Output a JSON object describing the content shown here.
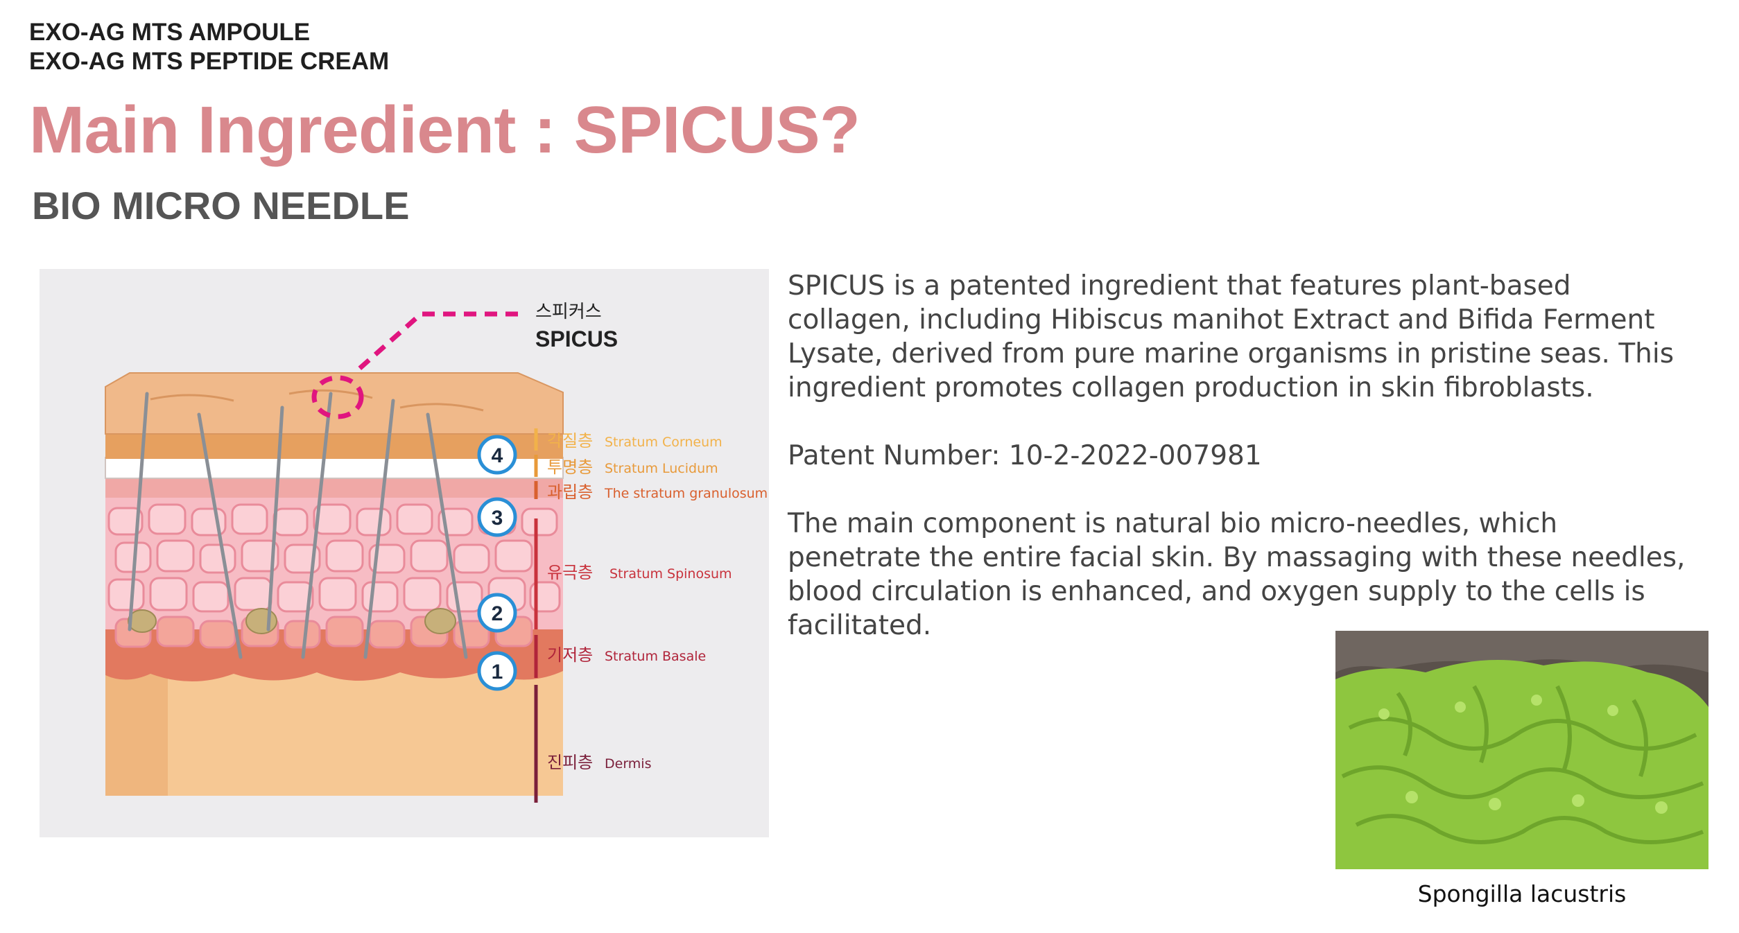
{
  "products": [
    "EXO-AG MTS AMPOULE",
    "EXO-AG MTS PEPTIDE CREAM"
  ],
  "title": "Main Ingredient : SPICUS?",
  "subtitle": "BIO MICRO NEEDLE",
  "diagram": {
    "spicus_kr": "스피커스",
    "spicus_en": "SPICUS",
    "layers": [
      {
        "kr": "각질층",
        "en": "Stratum Corneum",
        "color": "#f2b24a"
      },
      {
        "kr": "투명층",
        "en": "Stratum Lucidum",
        "color": "#e89a3a"
      },
      {
        "kr": "과립층",
        "en": "The stratum granulosum",
        "color": "#d9602e"
      },
      {
        "kr": "유극층",
        "en": "Stratum Spinosum",
        "color": "#c8323c"
      },
      {
        "kr": "기저층",
        "en": "Stratum Basale",
        "color": "#b0243a"
      },
      {
        "kr": "진피층",
        "en": "Dermis",
        "color": "#7a1f3a"
      }
    ],
    "markers": [
      "4",
      "3",
      "2",
      "1"
    ]
  },
  "description": [
    "SPICUS is a patented ingredient that features plant-based collagen, including Hibiscus manihot Extract and Bifida Ferment Lysate, derived from pure marine organisms in pristine seas. This ingredient promotes collagen production in skin fibroblasts.",
    "Patent Number: 10-2-2022-007981",
    "The main component is natural bio micro-needles, which penetrate the entire facial skin. By massaging with these needles, blood circulation is enhanced, and oxygen supply to the cells is facilitated."
  ],
  "photo_caption": "Spongilla lacustris",
  "colors": {
    "accent": "#d9888d",
    "magenta": "#e0157f"
  }
}
